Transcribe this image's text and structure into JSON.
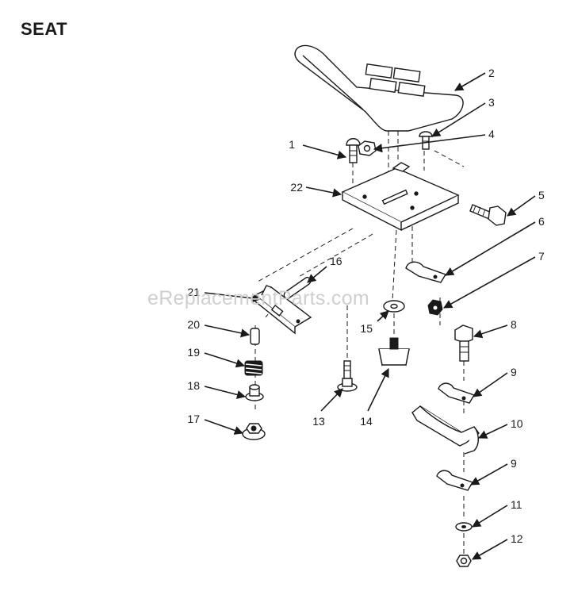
{
  "title": "SEAT",
  "watermark": "eReplacementParts.com",
  "callouts": [
    "1",
    "2",
    "3",
    "4",
    "5",
    "6",
    "7",
    "8",
    "9",
    "10",
    "9",
    "11",
    "12",
    "13",
    "14",
    "15",
    "16",
    "17",
    "18",
    "19",
    "20",
    "21",
    "22"
  ],
  "colors": {
    "ink": "#1a1a1a",
    "watermark": "#cfcfcf",
    "background": "#ffffff"
  }
}
